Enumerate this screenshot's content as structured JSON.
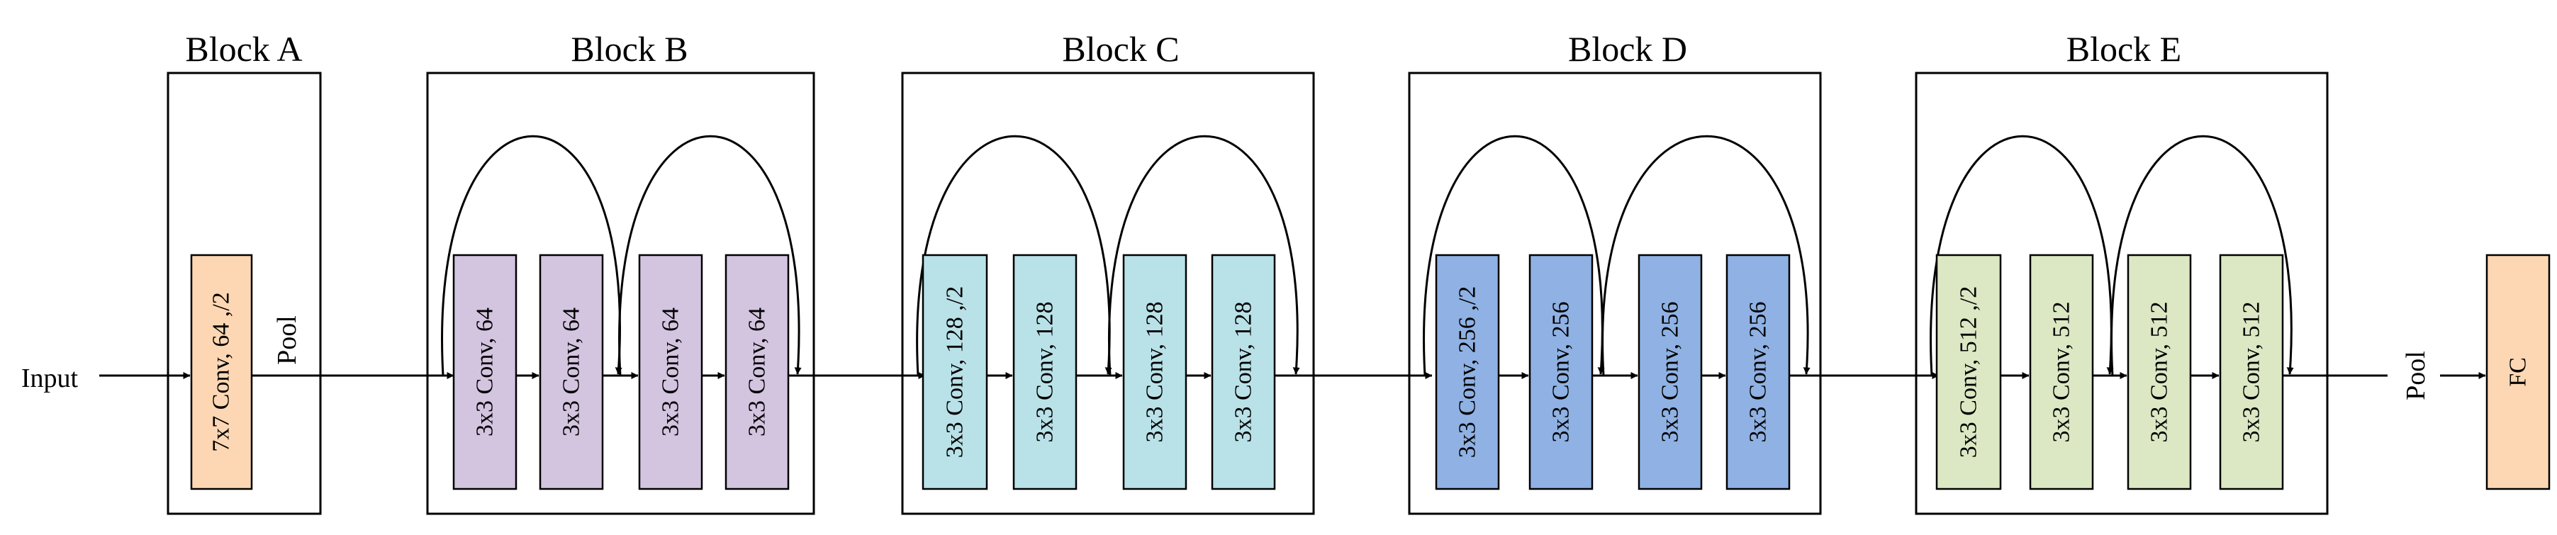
{
  "input_label": "Input",
  "colors": {
    "block_a_layer": "#fdd7b3",
    "block_b_layer": "#d3c4e0",
    "block_c_layer": "#b9e1e8",
    "block_d_layer": "#8fb1e3",
    "block_e_layer": "#dbe8c3",
    "fc_layer": "#fdd7b3",
    "stroke": "#000000"
  },
  "blocks": [
    {
      "title": "Block A",
      "layers": [
        "7x7 Conv, 64 ,/2"
      ],
      "pool_label": "Pool"
    },
    {
      "title": "Block B",
      "layers": [
        "3x3 Conv, 64",
        "3x3 Conv, 64",
        "3x3 Conv, 64",
        "3x3 Conv, 64"
      ]
    },
    {
      "title": "Block C",
      "layers": [
        "3x3 Conv, 128 ,/2",
        "3x3 Conv, 128",
        "3x3 Conv, 128",
        "3x3 Conv, 128"
      ]
    },
    {
      "title": "Block D",
      "layers": [
        "3x3 Conv, 256 ,/2",
        "3x3 Conv, 256",
        "3x3 Conv, 256",
        "3x3 Conv, 256"
      ]
    },
    {
      "title": "Block E",
      "layers": [
        "3x3 Conv, 512 ,/2",
        "3x3 Conv, 512",
        "3x3 Conv, 512",
        "3x3 Conv, 512"
      ]
    }
  ],
  "final_pool_label": "Pool",
  "fc_label": "FC"
}
